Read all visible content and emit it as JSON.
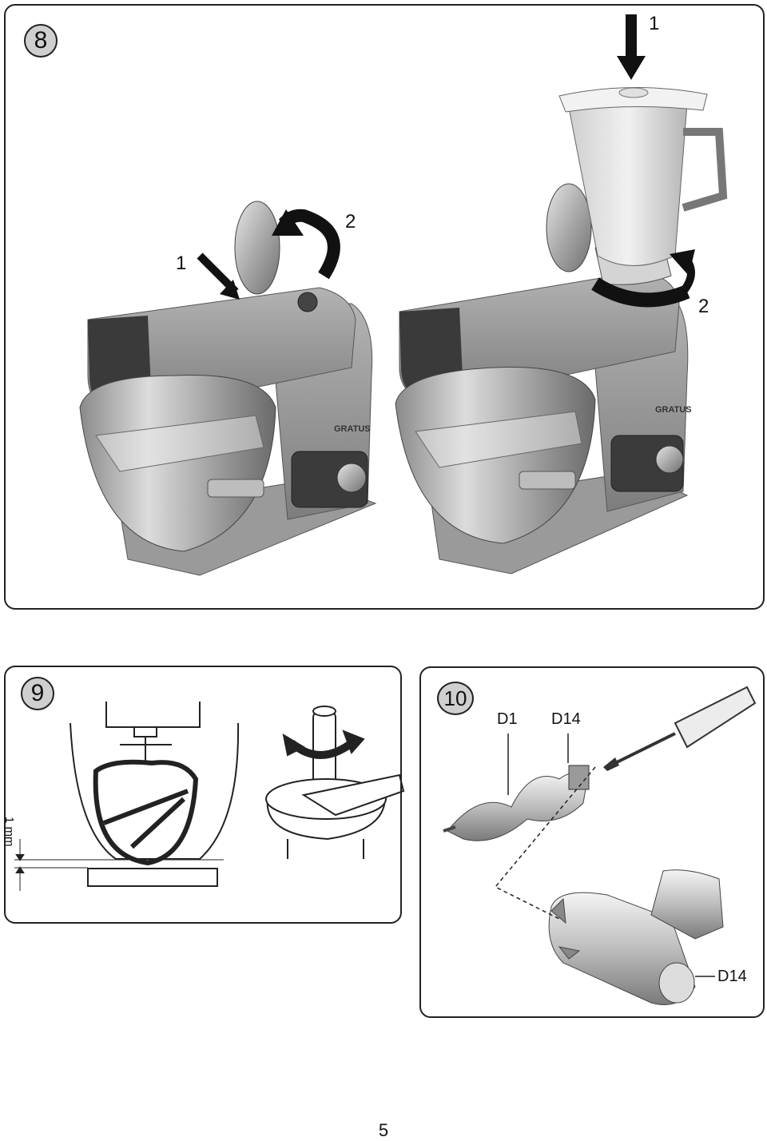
{
  "panel8": {
    "step_number": "8",
    "left_mixer": {
      "arrow1_label": "1",
      "arrow2_label": "2",
      "brand_text": "GRATUS"
    },
    "right_mixer": {
      "arrow1_label": "1",
      "arrow2_label": "2",
      "brand_text": "GRATUS"
    }
  },
  "panel9": {
    "step_number": "9",
    "gap_label": "1 mm"
  },
  "panel10": {
    "step_number": "10",
    "part_label_d1": "D1",
    "part_label_d14_top": "D14",
    "part_label_d14_bottom": "D14"
  },
  "page_number": "5"
}
